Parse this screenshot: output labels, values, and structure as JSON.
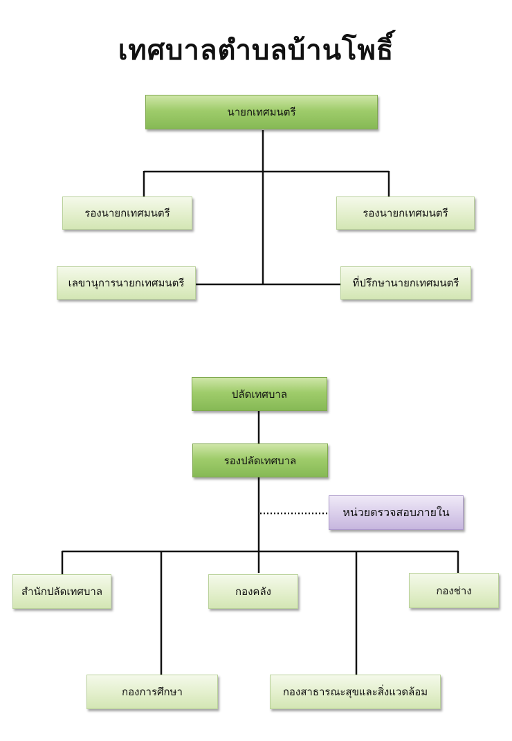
{
  "title": "เทศบาลตำบลบ้านโพธิ์",
  "top_chart": {
    "mayor": "นายกเทศมนตรี",
    "deputy_mayor_left": "รองนายกเทศมนตรี",
    "deputy_mayor_right": "รองนายกเทศมนตรี",
    "secretary": "เลขานุการนายกเทศมนตรี",
    "advisor": "ที่ปรึกษานายกเทศมนตรี"
  },
  "bottom_chart": {
    "clerk": "ปลัดเทศบาล",
    "deputy_clerk": "รองปลัดเทศบาล",
    "internal_audit": "หน่วยตรวจสอบภายใน",
    "office_of_clerk": "สำนักปลัดเทศบาล",
    "finance_division": "กองคลัง",
    "engineering_division": "กองช่าง",
    "education_division": "กองการศึกษา",
    "public_health_division": "กองสาธารณะสุขและสิ่งแวดล้อม"
  },
  "colors": {
    "dark_green": "#9fcc6b",
    "light_green": "#e3efcc",
    "purple": "#d9cdea",
    "connector": "#111111"
  }
}
